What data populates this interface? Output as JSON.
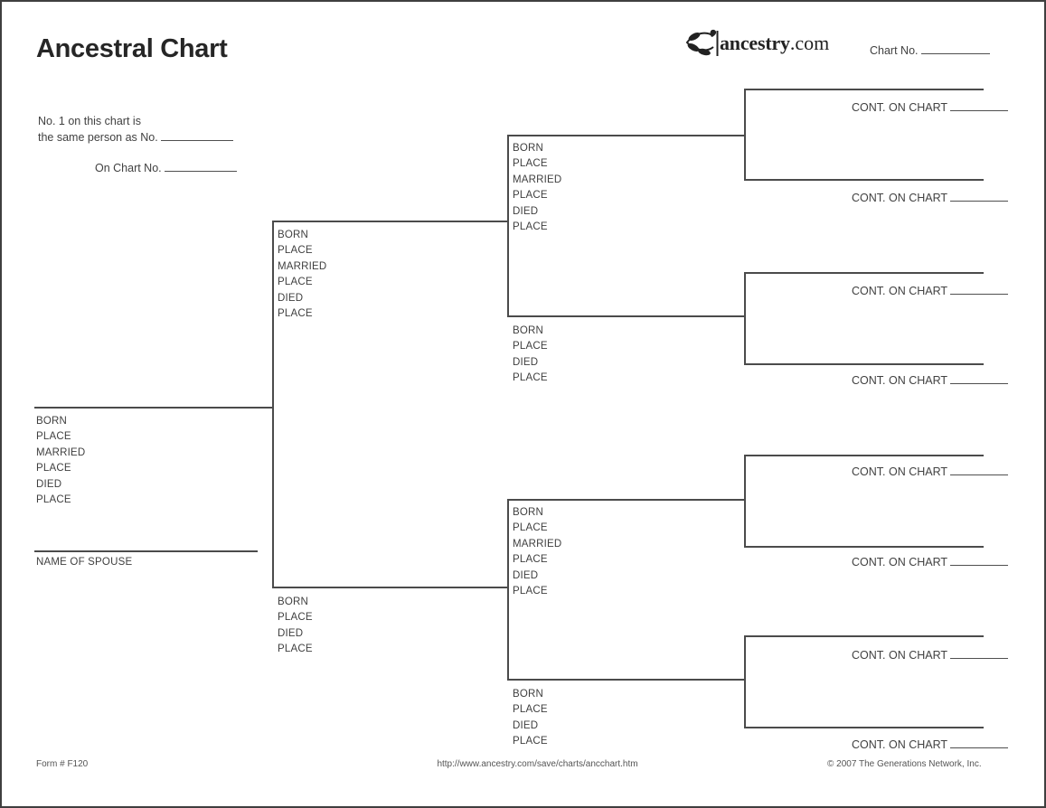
{
  "document": {
    "title": "Ancestral Chart",
    "brand": {
      "name": "ancestry",
      "suffix": ".com"
    },
    "chart_no_label": "Chart No.",
    "note": {
      "line1": "No. 1 on this chart is",
      "line2": "the same person as No.",
      "line3": "On Chart No."
    },
    "field_labels": {
      "born": "BORN",
      "place": "PLACE",
      "married": "MARRIED",
      "died": "DIED"
    },
    "spouse_label": "NAME OF SPOUSE",
    "cont_label": "CONT. ON CHART",
    "footer": {
      "form_number": "Form # F120",
      "url": "http://www.ancestry.com/save/charts/ancchart.htm",
      "copyright": "© 2007 The Generations Network, Inc."
    },
    "colors": {
      "line": "#4b4b4b",
      "text": "#414141",
      "title": "#262626"
    }
  }
}
